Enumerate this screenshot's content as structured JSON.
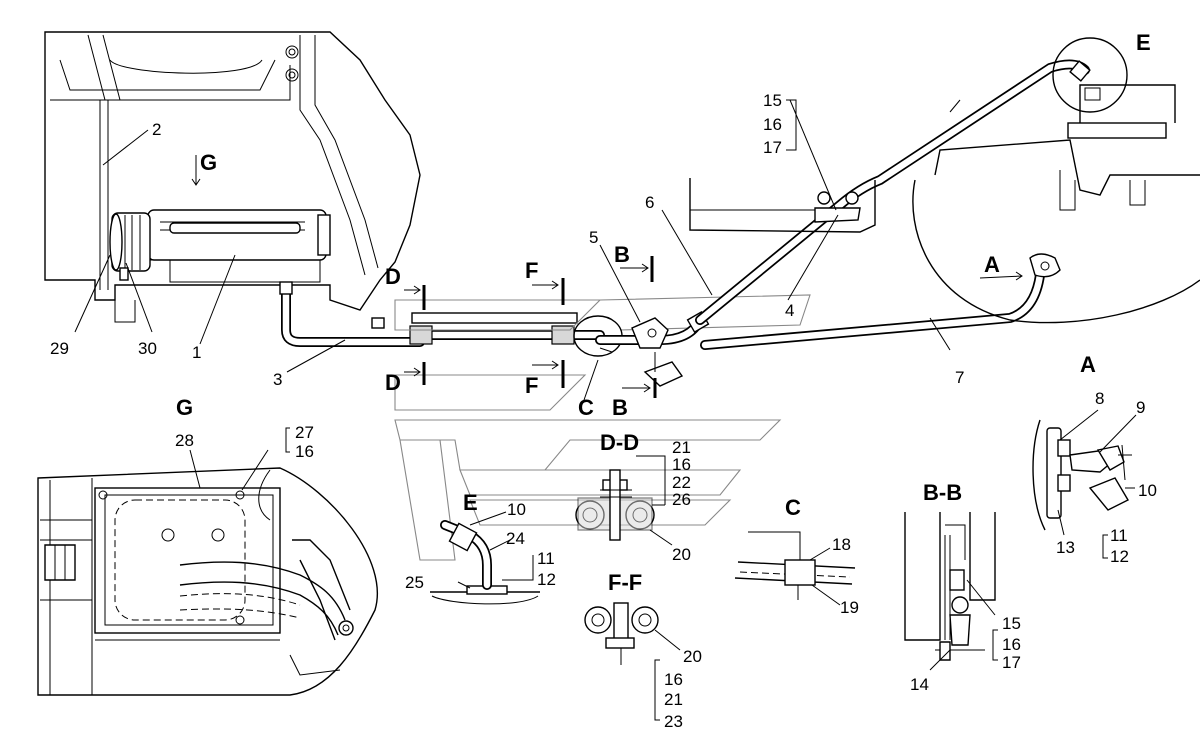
{
  "view_titles": {
    "g": "G",
    "a": "A",
    "bb": "B-B",
    "c": "C",
    "dd": "D-D",
    "e": "E",
    "ff": "F-F",
    "e_callout": "E"
  },
  "markers": {
    "g_arrow": "G",
    "a_arrow": "A",
    "b_top": "B",
    "b_bottom": "B",
    "c": "C",
    "d_top": "D",
    "d_bottom": "D",
    "f_top": "F",
    "f_bottom": "F"
  },
  "part_numbers": {
    "p1": "1",
    "p2": "2",
    "p3": "3",
    "p4": "4",
    "p5": "5",
    "p6": "6",
    "p7": "7",
    "p8": "8",
    "p9": "9",
    "p10_a": "10",
    "p10_e": "10",
    "p11_a": "11",
    "p11_e": "11",
    "p12_a": "12",
    "p12_e": "12",
    "p13": "13",
    "p14": "14",
    "p15_main": "15",
    "p15_bb": "15",
    "p16_main": "16",
    "p16_g": "16",
    "p16_dd": "16",
    "p16_ff": "16",
    "p16_bb": "16",
    "p17_main": "17",
    "p17_bb": "17",
    "p18": "18",
    "p19": "19",
    "p20_dd": "20",
    "p20_ff": "20",
    "p21_dd": "21",
    "p21_ff": "21",
    "p22": "22",
    "p23": "23",
    "p24": "24",
    "p25": "25",
    "p26": "26",
    "p27": "27",
    "p28": "28",
    "p29": "29",
    "p30": "30"
  }
}
